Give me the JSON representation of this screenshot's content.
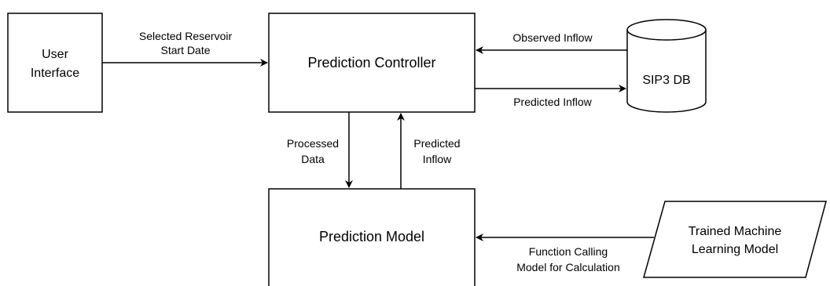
{
  "nodes": {
    "user_interface": {
      "line1": "User",
      "line2": "Interface"
    },
    "prediction_controller": {
      "label": "Prediction Controller"
    },
    "sip3_db": {
      "label": "SIP3 DB"
    },
    "prediction_model": {
      "label": "Prediction Model"
    },
    "trained_model": {
      "line1": "Trained Machine",
      "line2": "Learning Model"
    }
  },
  "edges": {
    "ui_to_controller": {
      "line1": "Selected Reservoir",
      "line2": "Start Date"
    },
    "db_to_controller": {
      "label": "Observed Inflow"
    },
    "controller_to_db": {
      "label": "Predicted Inflow"
    },
    "controller_to_model": {
      "line1": "Processed",
      "line2": "Data"
    },
    "model_to_controller": {
      "line1": "Predicted",
      "line2": "Inflow"
    },
    "trained_to_model": {
      "line1": "Function Calling",
      "line2": "Model for Calculation"
    }
  }
}
